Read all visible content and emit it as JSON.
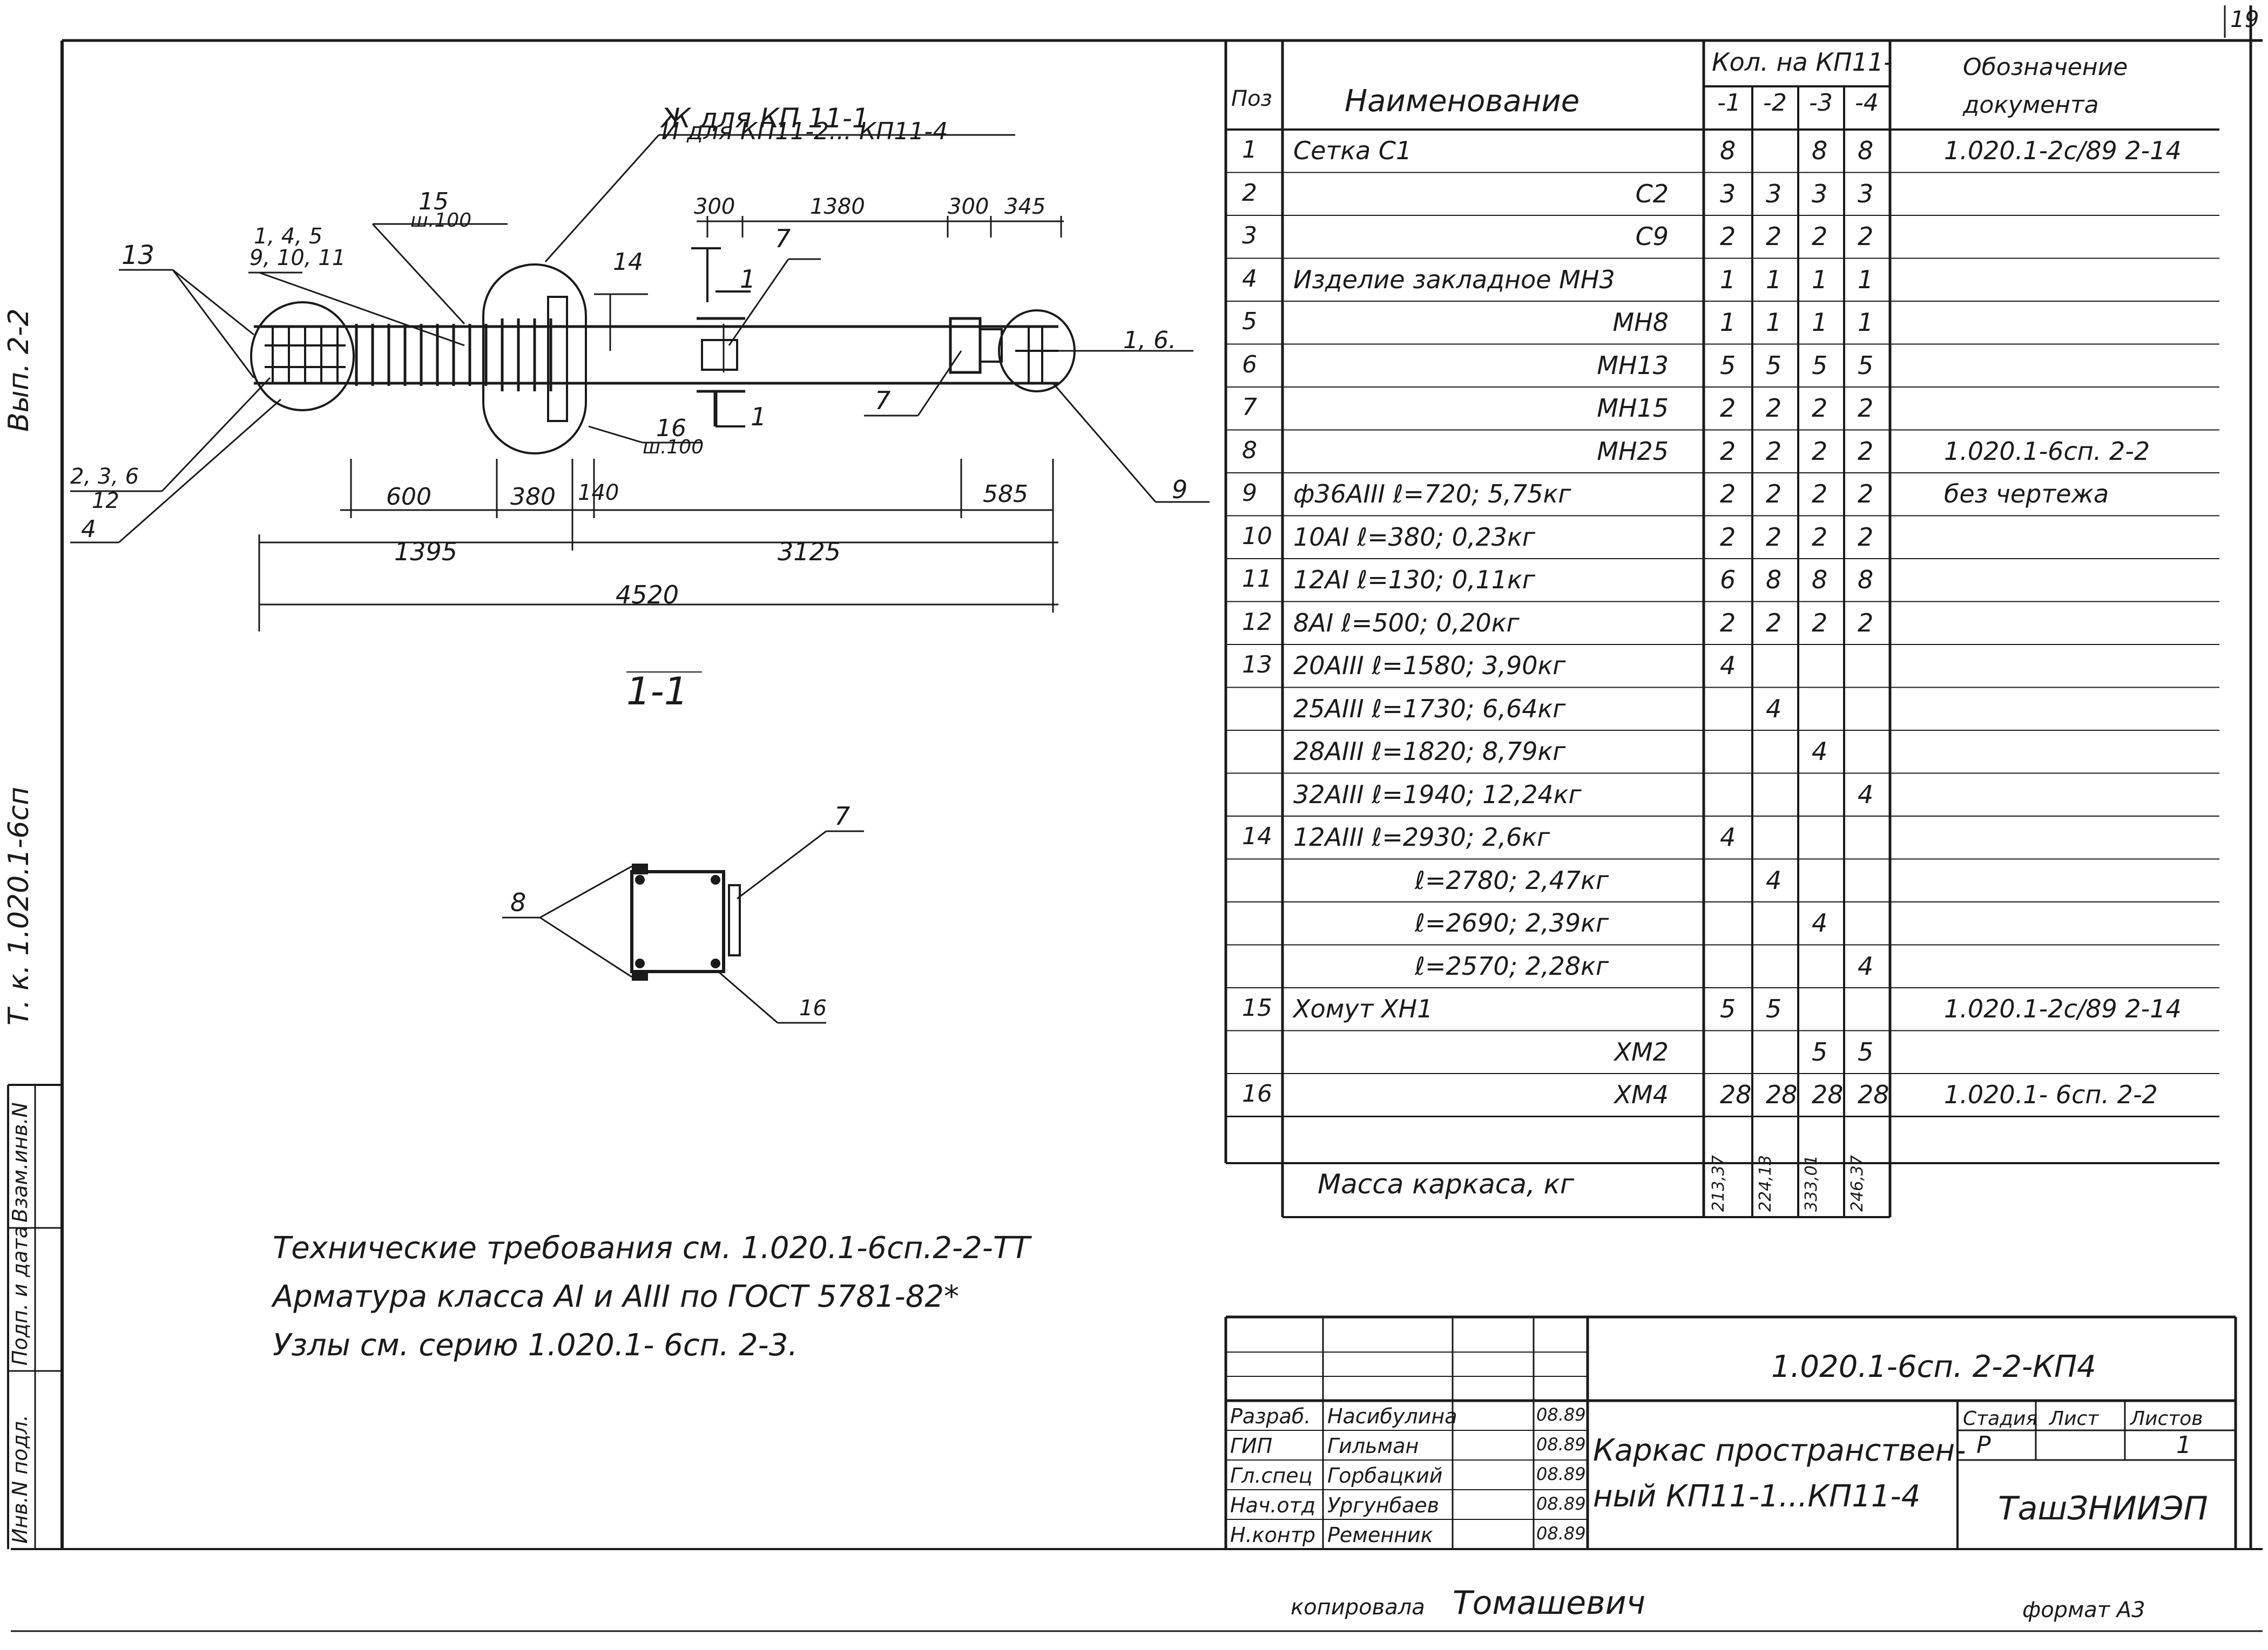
{
  "sheet": {
    "sheet_number": "19",
    "left_margin": {
      "vyp": "Вып. 2-2",
      "series": "Т. к. 1.020.1-6сп",
      "stamp_cols": [
        "Инв.N подл.",
        "Подп. и дата",
        "Взам.инв.N"
      ]
    },
    "copied_by_label": "копировала",
    "copied_by_name": "Томашевич",
    "format": "формат А3"
  },
  "drawing": {
    "top_note_1": "Ж для КП 11-1",
    "top_note_2": "И для КП11-2... КП11-4",
    "section_label": "1-1",
    "callout_15": "15",
    "callout_15_sub": "ш.100",
    "callout_16": "16",
    "callout_16_sub": "ш.100",
    "callout_145": "1, 4, 5",
    "callout_91011": "9, 10, 11",
    "callout_13": "13",
    "callout_14": "14",
    "callout_236": "2, 3, 6",
    "callout_12": "12",
    "callout_4": "4",
    "callout_16b": "1, 6.",
    "callout_9": "9",
    "callout_7a": "7",
    "callout_7b": "7",
    "callout_1a": "1",
    "callout_1b": "1",
    "callout_8": "8",
    "callout_7c": "7",
    "callout_16c": "16",
    "dims": {
      "d300a": "300",
      "d1380": "1380",
      "d300b": "300",
      "d345": "345",
      "d600": "600",
      "d380": "380",
      "d140": "140",
      "d585": "585",
      "d1395": "1395",
      "d3125": "3125",
      "d4520": "4520"
    }
  },
  "notes": {
    "line1": "Технические требования см. 1.020.1-6сп.2-2-ТТ",
    "line2": "Арматура класса АI и АIII по ГОСТ 5781-82*",
    "line3": "Узлы см. серию 1.020.1- 6сп. 2-3."
  },
  "spec": {
    "headers": {
      "pos": "Поз",
      "name": "Наименование",
      "qty": "Кол. на КП11-",
      "q1": "-1",
      "q2": "-2",
      "q3": "-3",
      "q4": "-4",
      "doc": "Обозначение документа"
    },
    "rows": [
      {
        "pos": "1",
        "name": "Сетка С1",
        "q": [
          "8",
          "",
          "8",
          "8"
        ],
        "doc": "1.020.1-2с/89 2-14"
      },
      {
        "pos": "2",
        "name": "С2",
        "q": [
          "3",
          "3",
          "3",
          "3"
        ],
        "doc": ""
      },
      {
        "pos": "3",
        "name": "С9",
        "q": [
          "2",
          "2",
          "2",
          "2"
        ],
        "doc": ""
      },
      {
        "pos": "4",
        "name": "Изделие закладное МН3",
        "q": [
          "1",
          "1",
          "1",
          "1"
        ],
        "doc": ""
      },
      {
        "pos": "5",
        "name": "МН8",
        "q": [
          "1",
          "1",
          "1",
          "1"
        ],
        "doc": ""
      },
      {
        "pos": "6",
        "name": "МН13",
        "q": [
          "5",
          "5",
          "5",
          "5"
        ],
        "doc": ""
      },
      {
        "pos": "7",
        "name": "МН15",
        "q": [
          "2",
          "2",
          "2",
          "2"
        ],
        "doc": ""
      },
      {
        "pos": "8",
        "name": "МН25",
        "q": [
          "2",
          "2",
          "2",
          "2"
        ],
        "doc": "1.020.1-6сп. 2-2"
      },
      {
        "pos": "9",
        "name": "ф36АIII ℓ=720; 5,75кг",
        "q": [
          "2",
          "2",
          "2",
          "2"
        ],
        "doc": "без чертежа"
      },
      {
        "pos": "10",
        "name": "10АI ℓ=380; 0,23кг",
        "q": [
          "2",
          "2",
          "2",
          "2"
        ],
        "doc": ""
      },
      {
        "pos": "11",
        "name": "12АI ℓ=130; 0,11кг",
        "q": [
          "6",
          "8",
          "8",
          "8"
        ],
        "doc": ""
      },
      {
        "pos": "12",
        "name": "8АI ℓ=500; 0,20кг",
        "q": [
          "2",
          "2",
          "2",
          "2"
        ],
        "doc": ""
      },
      {
        "pos": "13",
        "name": "20АIII ℓ=1580; 3,90кг",
        "q": [
          "4",
          "",
          "",
          ""
        ],
        "doc": ""
      },
      {
        "pos": "",
        "name": "25АIII ℓ=1730; 6,64кг",
        "q": [
          "",
          "4",
          "",
          ""
        ],
        "doc": ""
      },
      {
        "pos": "",
        "name": "28АIII ℓ=1820; 8,79кг",
        "q": [
          "",
          "",
          "4",
          ""
        ],
        "doc": ""
      },
      {
        "pos": "",
        "name": "32АIII ℓ=1940; 12,24кг",
        "q": [
          "",
          "",
          "",
          "4"
        ],
        "doc": ""
      },
      {
        "pos": "14",
        "name": "12АIII ℓ=2930; 2,6кг",
        "q": [
          "4",
          "",
          "",
          ""
        ],
        "doc": ""
      },
      {
        "pos": "",
        "name": "ℓ=2780; 2,47кг",
        "q": [
          "",
          "4",
          "",
          ""
        ],
        "doc": ""
      },
      {
        "pos": "",
        "name": "ℓ=2690; 2,39кг",
        "q": [
          "",
          "",
          "4",
          ""
        ],
        "doc": ""
      },
      {
        "pos": "",
        "name": "ℓ=2570; 2,28кг",
        "q": [
          "",
          "",
          "",
          "4"
        ],
        "doc": ""
      },
      {
        "pos": "15",
        "name": "Хомут ХН1",
        "q": [
          "5",
          "5",
          "",
          ""
        ],
        "doc": "1.020.1-2с/89 2-14"
      },
      {
        "pos": "",
        "name": "ХМ2",
        "q": [
          "",
          "",
          "5",
          "5"
        ],
        "doc": ""
      },
      {
        "pos": "16",
        "name": "ХМ4",
        "q": [
          "28",
          "28",
          "28",
          "28"
        ],
        "doc": "1.020.1- 6сп. 2-2"
      }
    ],
    "mass_label": "Масса каркаса, кг",
    "mass": [
      "213,37",
      "224,13",
      "333,01",
      "246,37"
    ]
  },
  "title_block": {
    "code": "1.020.1-6сп. 2-2-КП4",
    "title_line1": "Каркас пространствен-",
    "title_line2": "ный КП11-1...КП11-4",
    "stage_h": "Стадия",
    "sheet_h": "Лист",
    "sheets_h": "Листов",
    "stage": "Р",
    "sheets": "1",
    "org": "ТашЗНИИЭП",
    "people": [
      {
        "role": "Разраб.",
        "name": "Насибулина",
        "date": "08.89"
      },
      {
        "role": "ГИП",
        "name": "Гильман",
        "date": "08.89"
      },
      {
        "role": "Гл.спец",
        "name": "Горбацкий",
        "date": "08.89"
      },
      {
        "role": "Нач.отд",
        "name": "Ургунбаев",
        "date": "08.89"
      },
      {
        "role": "Н.контр",
        "name": "Ременник",
        "date": "08.89"
      }
    ]
  }
}
